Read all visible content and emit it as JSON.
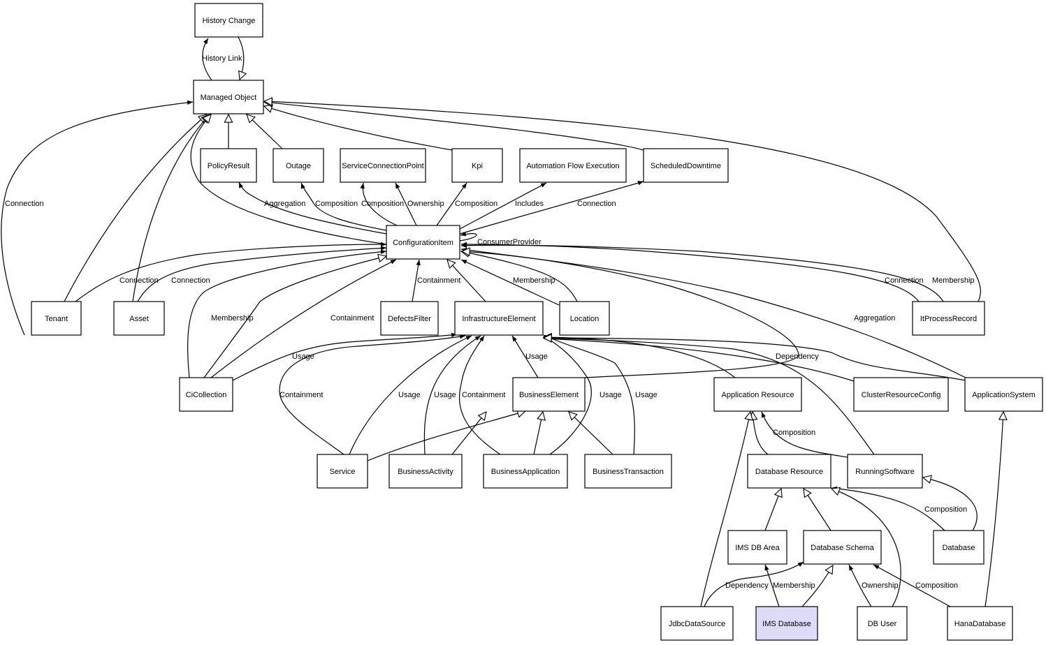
{
  "diagram": {
    "highlight_color": "#dcdcf8",
    "nodes": [
      {
        "id": "history-change",
        "label": "History Change"
      },
      {
        "id": "managed-object",
        "label": "Managed Object"
      },
      {
        "id": "policy-result",
        "label": "PolicyResult"
      },
      {
        "id": "outage",
        "label": "Outage"
      },
      {
        "id": "service-connection-point",
        "label": "ServiceConnectionPoint"
      },
      {
        "id": "kpi",
        "label": "Kpi"
      },
      {
        "id": "automation-flow-execution",
        "label": "Automation Flow Execution"
      },
      {
        "id": "scheduled-downtime",
        "label": "ScheduledDowntime"
      },
      {
        "id": "configuration-item",
        "label": "ConfigurationItem"
      },
      {
        "id": "tenant",
        "label": "Tenant"
      },
      {
        "id": "asset",
        "label": "Asset"
      },
      {
        "id": "defects-filter",
        "label": "DefectsFilter"
      },
      {
        "id": "infrastructure-element",
        "label": "InfrastructureElement"
      },
      {
        "id": "location",
        "label": "Location"
      },
      {
        "id": "it-process-record",
        "label": "ItProcessRecord"
      },
      {
        "id": "ci-collection",
        "label": "CiCollection"
      },
      {
        "id": "business-element",
        "label": "BusinessElement"
      },
      {
        "id": "application-resource",
        "label": "Application Resource"
      },
      {
        "id": "cluster-resource-config",
        "label": "ClusterResourceConfig"
      },
      {
        "id": "application-system",
        "label": "ApplicationSystem"
      },
      {
        "id": "service",
        "label": "Service"
      },
      {
        "id": "business-activity",
        "label": "BusinessActivity"
      },
      {
        "id": "business-application",
        "label": "BusinessApplication"
      },
      {
        "id": "business-transaction",
        "label": "BusinessTransaction"
      },
      {
        "id": "database-resource",
        "label": "Database Resource"
      },
      {
        "id": "running-software",
        "label": "RunningSoftware"
      },
      {
        "id": "ims-db-area",
        "label": "IMS DB Area"
      },
      {
        "id": "database-schema",
        "label": "Database Schema"
      },
      {
        "id": "database",
        "label": "Database"
      },
      {
        "id": "jdbc-data-source",
        "label": "JdbcDataSource"
      },
      {
        "id": "ims-database",
        "label": "IMS Database",
        "highlighted": true
      },
      {
        "id": "db-user",
        "label": "DB User"
      },
      {
        "id": "hana-database",
        "label": "HanaDatabase"
      }
    ],
    "edges": [
      {
        "from": "managed-object",
        "to": "history-change",
        "kind": "association",
        "label": "History Link"
      },
      {
        "from": "history-change",
        "to": "managed-object",
        "kind": "inheritance",
        "label": ""
      },
      {
        "from": "policy-result",
        "to": "managed-object",
        "kind": "inheritance",
        "label": ""
      },
      {
        "from": "outage",
        "to": "managed-object",
        "kind": "inheritance",
        "label": ""
      },
      {
        "from": "kpi",
        "to": "managed-object",
        "kind": "inheritance",
        "label": ""
      },
      {
        "from": "scheduled-downtime",
        "to": "managed-object",
        "kind": "inheritance",
        "label": ""
      },
      {
        "from": "it-process-record",
        "to": "managed-object",
        "kind": "inheritance",
        "label": ""
      },
      {
        "from": "tenant",
        "to": "managed-object",
        "kind": "association",
        "label": "Connection"
      },
      {
        "from": "tenant",
        "to": "managed-object",
        "kind": "inheritance",
        "label": ""
      },
      {
        "from": "asset",
        "to": "managed-object",
        "kind": "inheritance",
        "label": ""
      },
      {
        "from": "configuration-item",
        "to": "managed-object",
        "kind": "inheritance",
        "label": ""
      },
      {
        "from": "configuration-item",
        "to": "policy-result",
        "kind": "association",
        "label": "Aggregation"
      },
      {
        "from": "configuration-item",
        "to": "outage",
        "kind": "association",
        "label": "Composition"
      },
      {
        "from": "configuration-item",
        "to": "service-connection-point",
        "kind": "association",
        "label": "Composition"
      },
      {
        "from": "configuration-item",
        "to": "service-connection-point",
        "kind": "association",
        "label": "Ownership"
      },
      {
        "from": "configuration-item",
        "to": "kpi",
        "kind": "association",
        "label": "Composition"
      },
      {
        "from": "configuration-item",
        "to": "automation-flow-execution",
        "kind": "association",
        "label": "Includes"
      },
      {
        "from": "configuration-item",
        "to": "scheduled-downtime",
        "kind": "association",
        "label": "Connection"
      },
      {
        "from": "configuration-item",
        "to": "configuration-item",
        "kind": "association",
        "label": "ConsumerProvider"
      },
      {
        "from": "tenant",
        "to": "configuration-item",
        "kind": "association",
        "label": "Connection"
      },
      {
        "from": "asset",
        "to": "configuration-item",
        "kind": "association",
        "label": "Connection"
      },
      {
        "from": "ci-collection",
        "to": "configuration-item",
        "kind": "association",
        "label": "Membership"
      },
      {
        "from": "ci-collection",
        "to": "configuration-item",
        "kind": "inheritance",
        "label": ""
      },
      {
        "from": "ci-collection",
        "to": "configuration-item",
        "kind": "association",
        "label": "Containment"
      },
      {
        "from": "defects-filter",
        "to": "configuration-item",
        "kind": "association",
        "label": "Containment"
      },
      {
        "from": "infrastructure-element",
        "to": "configuration-item",
        "kind": "inheritance",
        "label": ""
      },
      {
        "from": "location",
        "to": "configuration-item",
        "kind": "association",
        "label": "Membership"
      },
      {
        "from": "location",
        "to": "configuration-item",
        "kind": "inheritance",
        "label": ""
      },
      {
        "from": "it-process-record",
        "to": "configuration-item",
        "kind": "association",
        "label": "Connection"
      },
      {
        "from": "it-process-record",
        "to": "configuration-item",
        "kind": "association",
        "label": "Membership"
      },
      {
        "from": "application-system",
        "to": "configuration-item",
        "kind": "association",
        "label": "Aggregation"
      },
      {
        "from": "business-element",
        "to": "configuration-item",
        "kind": "inheritance",
        "label": ""
      },
      {
        "from": "ci-collection",
        "to": "infrastructure-element",
        "kind": "association",
        "label": "Usage"
      },
      {
        "from": "service",
        "to": "infrastructure-element",
        "kind": "association",
        "label": "Containment"
      },
      {
        "from": "service",
        "to": "infrastructure-element",
        "kind": "association",
        "label": "Usage"
      },
      {
        "from": "business-activity",
        "to": "infrastructure-element",
        "kind": "association",
        "label": "Usage"
      },
      {
        "from": "business-application",
        "to": "infrastructure-element",
        "kind": "association",
        "label": "Containment"
      },
      {
        "from": "business-element",
        "to": "infrastructure-element",
        "kind": "association",
        "label": "Usage"
      },
      {
        "from": "business-application",
        "to": "infrastructure-element",
        "kind": "association",
        "label": "Usage"
      },
      {
        "from": "business-transaction",
        "to": "infrastructure-element",
        "kind": "association",
        "label": "Usage"
      },
      {
        "from": "application-resource",
        "to": "infrastructure-element",
        "kind": "inheritance",
        "label": ""
      },
      {
        "from": "cluster-resource-config",
        "to": "infrastructure-element",
        "kind": "association",
        "label": "Dependency"
      },
      {
        "from": "application-system",
        "to": "infrastructure-element",
        "kind": "inheritance",
        "label": ""
      },
      {
        "from": "running-software",
        "to": "infrastructure-element",
        "kind": "inheritance",
        "label": ""
      },
      {
        "from": "service",
        "to": "business-element",
        "kind": "inheritance",
        "label": ""
      },
      {
        "from": "business-activity",
        "to": "business-element",
        "kind": "inheritance",
        "label": ""
      },
      {
        "from": "business-application",
        "to": "business-element",
        "kind": "inheritance",
        "label": ""
      },
      {
        "from": "business-transaction",
        "to": "business-element",
        "kind": "inheritance",
        "label": ""
      },
      {
        "from": "database-resource",
        "to": "application-resource",
        "kind": "inheritance",
        "label": ""
      },
      {
        "from": "jdbc-data-source",
        "to": "application-resource",
        "kind": "inheritance",
        "label": ""
      },
      {
        "from": "running-software",
        "to": "application-resource",
        "kind": "association",
        "label": "Composition"
      },
      {
        "from": "hana-database",
        "to": "application-system",
        "kind": "inheritance",
        "label": ""
      },
      {
        "from": "ims-db-area",
        "to": "database-resource",
        "kind": "inheritance",
        "label": ""
      },
      {
        "from": "database-schema",
        "to": "database-resource",
        "kind": "inheritance",
        "label": ""
      },
      {
        "from": "database",
        "to": "database-resource",
        "kind": "association",
        "label": "Composition"
      },
      {
        "from": "db-user",
        "to": "database-resource",
        "kind": "inheritance",
        "label": ""
      },
      {
        "from": "database",
        "to": "running-software",
        "kind": "inheritance",
        "label": ""
      },
      {
        "from": "jdbc-data-source",
        "to": "database-schema",
        "kind": "association",
        "label": "Dependency"
      },
      {
        "from": "ims-database",
        "to": "ims-db-area",
        "kind": "association",
        "label": "Membership"
      },
      {
        "from": "ims-database",
        "to": "database-schema",
        "kind": "inheritance",
        "label": ""
      },
      {
        "from": "db-user",
        "to": "database-schema",
        "kind": "association",
        "label": "Ownership"
      },
      {
        "from": "hana-database",
        "to": "database-schema",
        "kind": "association",
        "label": "Composition"
      }
    ]
  }
}
